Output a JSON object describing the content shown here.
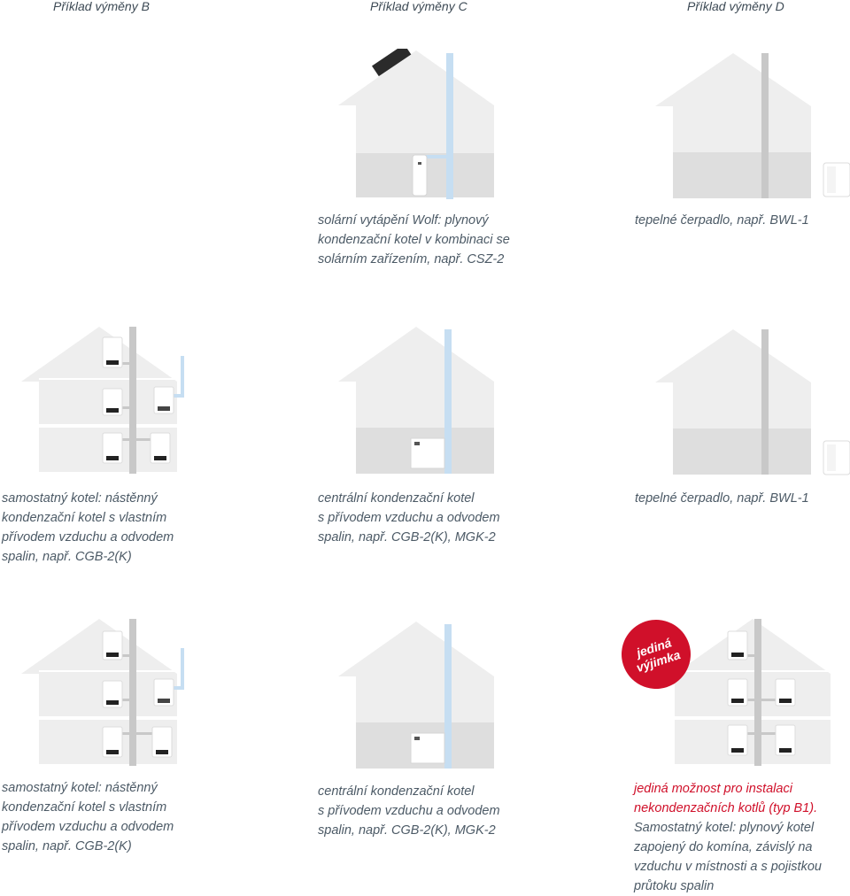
{
  "headers": [
    "Příklad výměny B",
    "Příklad výměny C",
    "Příklad výměny D"
  ],
  "captions": {
    "c1": [
      "solární vytápění Wolf: plynový",
      "kondenzační kotel v kombinaci se",
      "solárním zařízením, např. CSZ-2"
    ],
    "d1": [
      "tepelné čerpadlo, např. BWL-1"
    ],
    "b2": [
      "samostatný kotel: nástěnný",
      "kondenzační kotel s vlastním",
      "přívodem vzduchu a odvodem",
      "spalin, např. CGB-2(K)"
    ],
    "c2": [
      "centrální kondenzační kotel",
      "s přívodem vzduchu a odvodem",
      "spalin, např. CGB-2(K), MGK-2"
    ],
    "d2": [
      "tepelné čerpadlo, např. BWL-1"
    ],
    "b3": [
      "samostatný kotel: nástěnný",
      "kondenzační  kotel s vlastním",
      "přívodem vzduchu a odvodem",
      "spalin, např. CGB-2(K)"
    ],
    "c3": [
      "centrální kondenzační kotel",
      "s přívodem vzduchu a odvodem",
      "spalin, např. CGB-2(K), MGK-2"
    ],
    "d3": [
      "jediná možnost pro instalaci",
      "nekondenzačních kotlů (typ B1).",
      "Samostatný kotel: plynový kotel",
      "zapojený do komína, závislý na",
      "vzduchu v místnosti a s pojistkou",
      "průtoku spalin"
    ]
  },
  "badge": {
    "line1": "jediná",
    "line2": "výjimka"
  },
  "colors": {
    "accent_red": "#d0102a",
    "house": "#eeeeee",
    "basement": "#dedede",
    "chimney_blue": "#c6def2",
    "chimney_grey": "#c8c8c8"
  }
}
